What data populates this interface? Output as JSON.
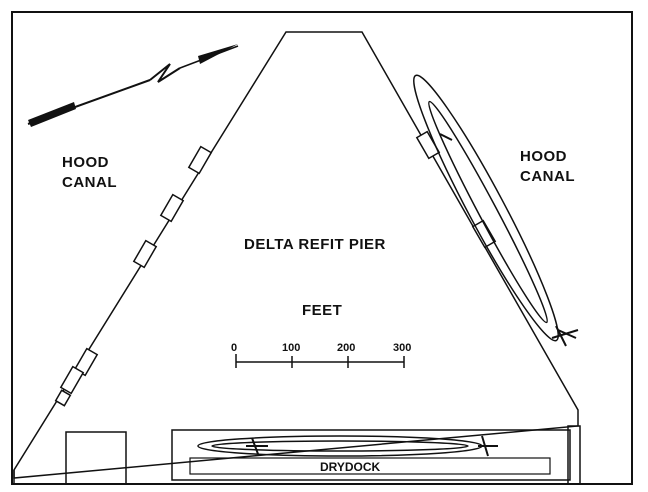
{
  "labels": {
    "hood_canal_west_line1": "HOOD",
    "hood_canal_west_line2": "CANAL",
    "hood_canal_east_line1": "HOOD",
    "hood_canal_east_line2": "CANAL",
    "pier_name": "DELTA REFIT PIER",
    "scale_title": "FEET",
    "drydock": "DRYDOCK"
  },
  "scale_bar": {
    "ticks": [
      "0",
      "100",
      "200",
      "300"
    ]
  },
  "icons": {
    "north_arrow": "north-arrow-icon",
    "submarine": "submarine-icon"
  },
  "colors": {
    "ink": "#111111",
    "paper": "#ffffff"
  }
}
